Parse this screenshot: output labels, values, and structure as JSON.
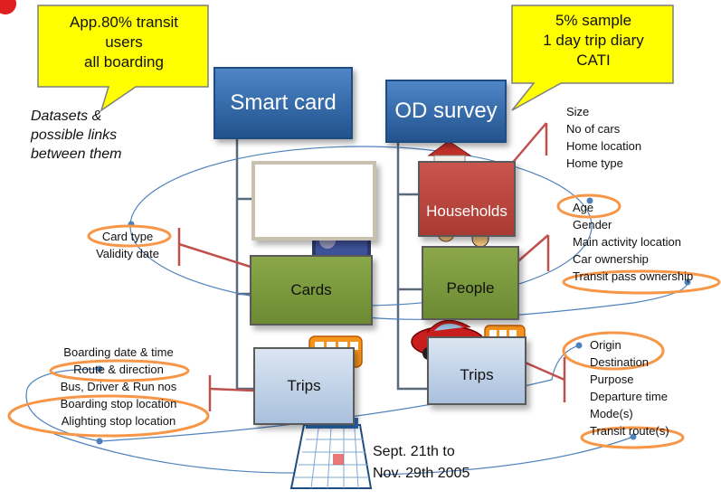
{
  "callouts": {
    "left": {
      "line1": "App.80% transit",
      "line2": "users",
      "line3": "all boarding"
    },
    "right": {
      "line1": "5% sample",
      "line2": "1 day trip diary",
      "line3": "CATI"
    }
  },
  "headers": {
    "smart_card": "Smart card",
    "od_survey": "OD survey"
  },
  "note": {
    "line1": "Datasets &",
    "line2": "possible links",
    "line3": "between them"
  },
  "entities": {
    "households": "Households",
    "cards": "Cards",
    "people": "People",
    "trips_left": "Trips",
    "trips_right": "Trips"
  },
  "household_attrs": [
    "Size",
    "No of cars",
    "Home location",
    "Home type"
  ],
  "people_attrs": [
    "Age",
    "Gender",
    "Main activity location",
    "Car ownership",
    "Transit pass ownership"
  ],
  "card_attrs": [
    "Card type",
    "Validity date"
  ],
  "smartcard_trip_attrs": [
    "Boarding date & time",
    "Route & direction",
    "Bus, Driver & Run nos",
    "Boarding stop location",
    "Alighting stop location"
  ],
  "od_trip_attrs": [
    "Origin",
    "Destination",
    "Purpose",
    "Departure time",
    "Mode(s)",
    "Transit route(s)"
  ],
  "period": {
    "line1": "Sept. 21th to",
    "line2": "Nov. 29th 2005"
  },
  "colors": {
    "callout_fill": "#ffff00",
    "header_blue": "#356aa8",
    "households_red": "#b8433b",
    "cards_green": "#76923c",
    "trips_blue": "#b9cde5",
    "link_blue": "#4f81bd",
    "highlight_orange": "#f79646",
    "connector_red": "#c0504d"
  }
}
